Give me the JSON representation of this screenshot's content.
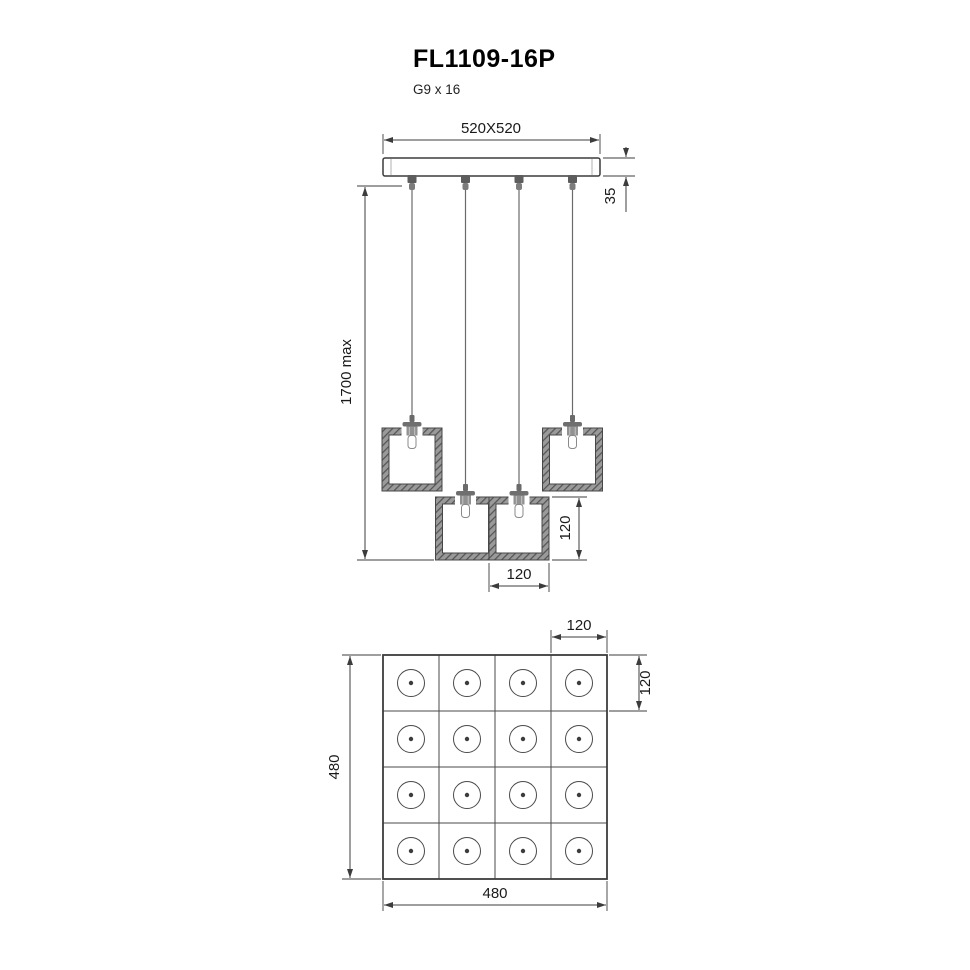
{
  "title": "FL1109-16P",
  "subtitle": "G9 x 16",
  "colors": {
    "line": "#3c3c3c",
    "text": "#1a1a1a",
    "frame_dark": "#555555",
    "frame_light": "#9a9a9a",
    "background": "#ffffff"
  },
  "elevation_view": {
    "canopy_width": "520X520",
    "canopy_thickness": "35",
    "max_drop": "1700 max",
    "shade_height": "120",
    "shade_width": "120",
    "pendant_count": 4
  },
  "plan_view": {
    "cell_width": "120",
    "cell_height": "120",
    "overall_width": "480",
    "overall_depth": "480",
    "rows": 4,
    "cols": 4
  }
}
